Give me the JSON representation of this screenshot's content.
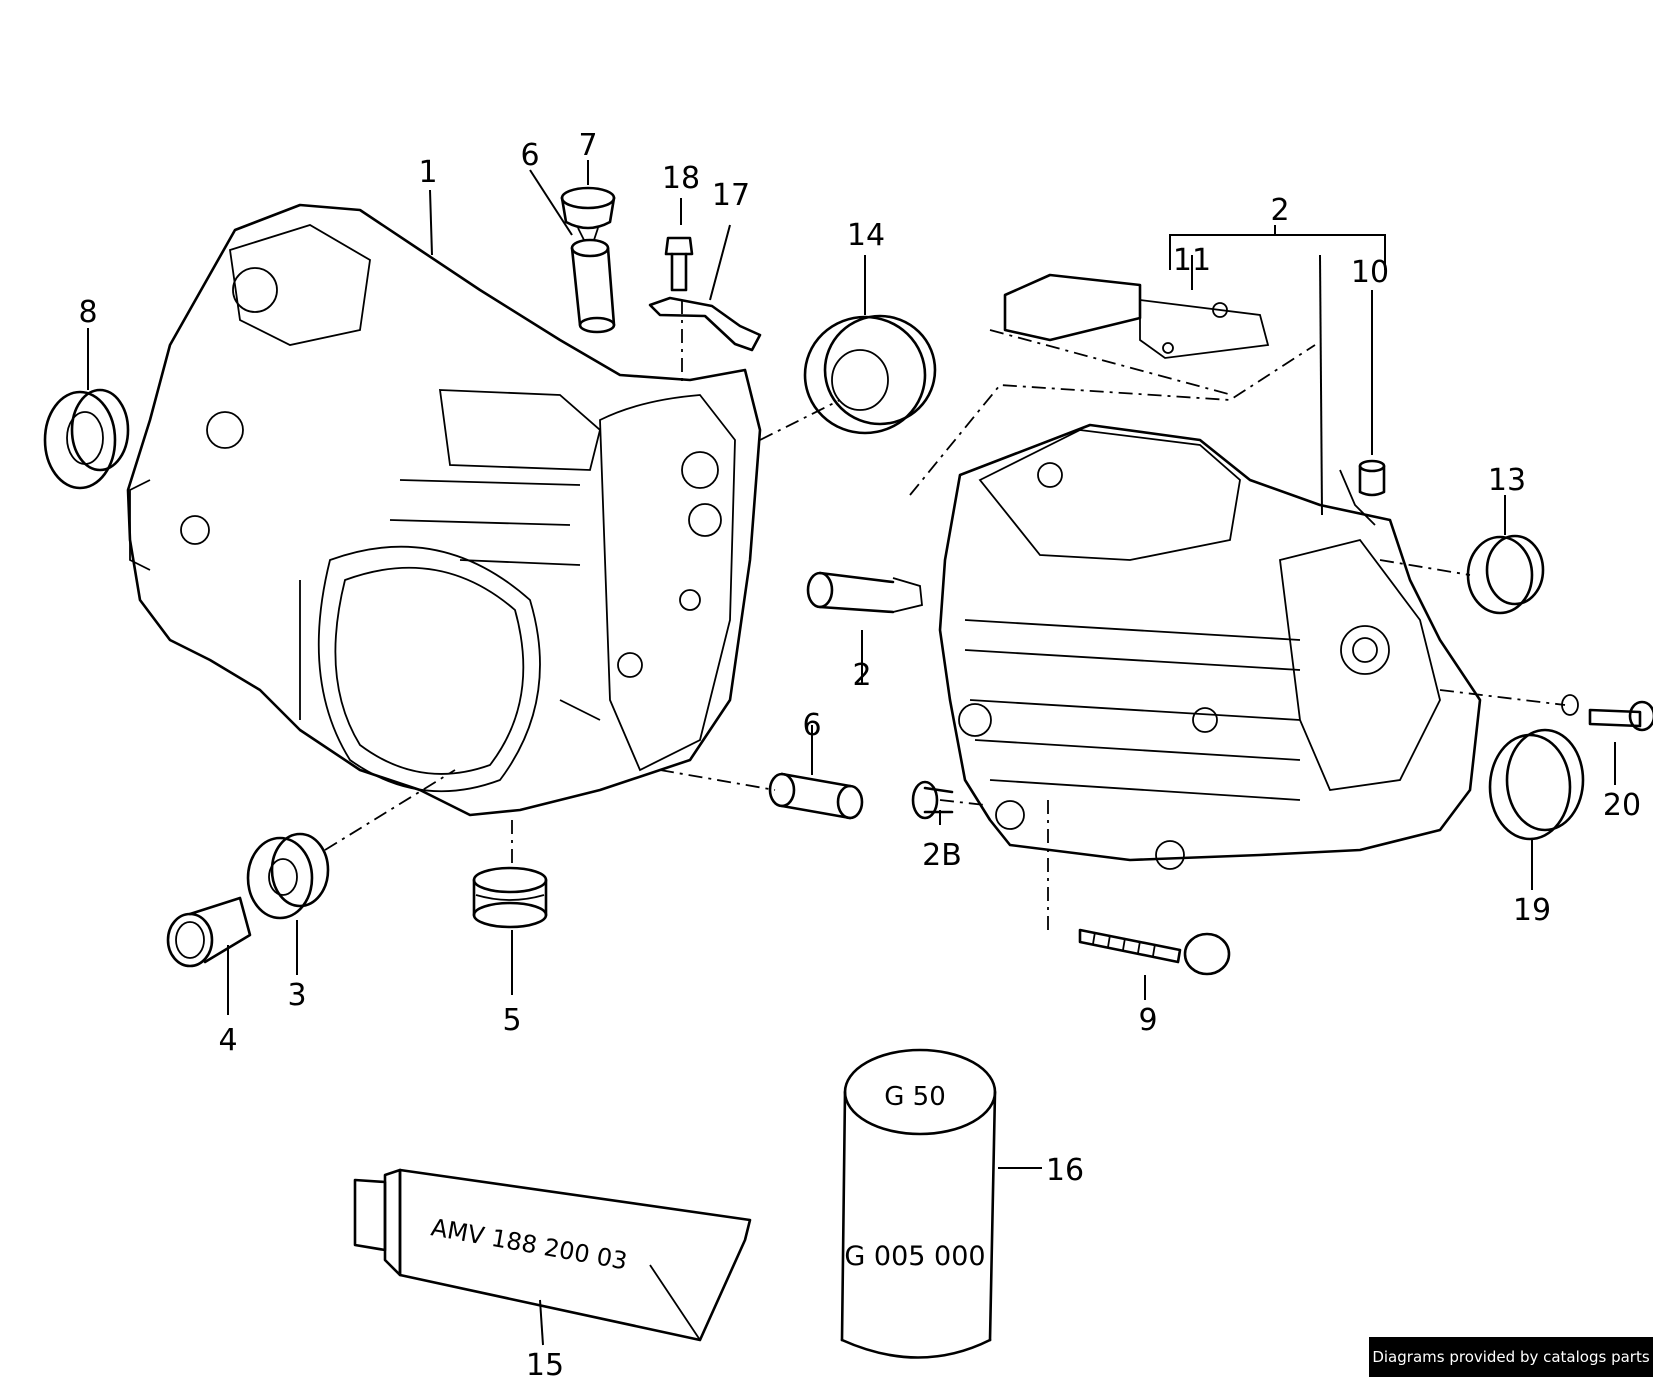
{
  "callouts": {
    "c1": "1",
    "c2_top": "2",
    "c2_mid": "2",
    "c2b": "2B",
    "c3": "3",
    "c4": "4",
    "c5": "5",
    "c6_top": "6",
    "c6_bot": "6",
    "c7": "7",
    "c8": "8",
    "c9": "9",
    "c10": "10",
    "c11": "11",
    "c13": "13",
    "c14": "14",
    "c15": "15",
    "c16": "16",
    "c17": "17",
    "c18": "18",
    "c19": "19",
    "c20": "20"
  },
  "tube_label": "AMV  188  200  03",
  "can_top_label": "G 50",
  "can_body_label": "G 005 000",
  "footer_text": "Diagrams provided by catalogs parts"
}
